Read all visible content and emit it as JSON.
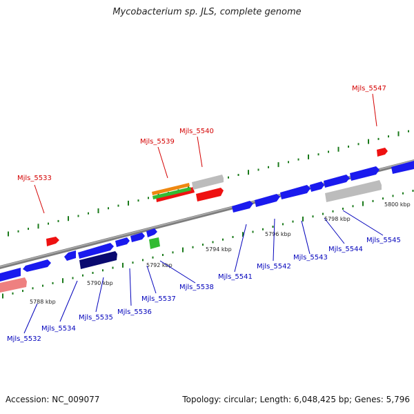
{
  "title": "Mycobacterium sp. JLS, complete genome",
  "footer": {
    "accession": "Accession: NC_009077",
    "summary": "Topology: circular; Length: 6,048,425 bp; Genes: 5,796"
  },
  "colors": {
    "forward_gene": "#1a1aee",
    "reverse_gene": "#1a1aee",
    "label_blue": "#0000bb",
    "label_red": "#d40000",
    "red_feature": "#ee1111",
    "gray_feature": "#bcbcbc",
    "dark_feature": "#0a0a70",
    "green_feature": "#33bb33",
    "orange_feature": "#ee8811",
    "pink_feature": "#ee8080",
    "backbone": "#888888",
    "tick": "#1a7a1a"
  },
  "scale_labels": [
    "5788 kbp",
    "5790 kbp",
    "5792 kbp",
    "5794 kbp",
    "5796 kbp",
    "5798 kbp",
    "5800 kbp"
  ],
  "gene_labels": {
    "top": [
      "Mjls_5533",
      "Mjls_5539",
      "Mjls_5540",
      "Mjls_5547"
    ],
    "bottom": [
      "Mjls_5532",
      "Mjls_5534",
      "Mjls_5535",
      "Mjls_5536",
      "Mjls_5537",
      "Mjls_5538",
      "Mjls_5541",
      "Mjls_5542",
      "Mjls_5543",
      "Mjls_5544",
      "Mjls_5545"
    ]
  }
}
